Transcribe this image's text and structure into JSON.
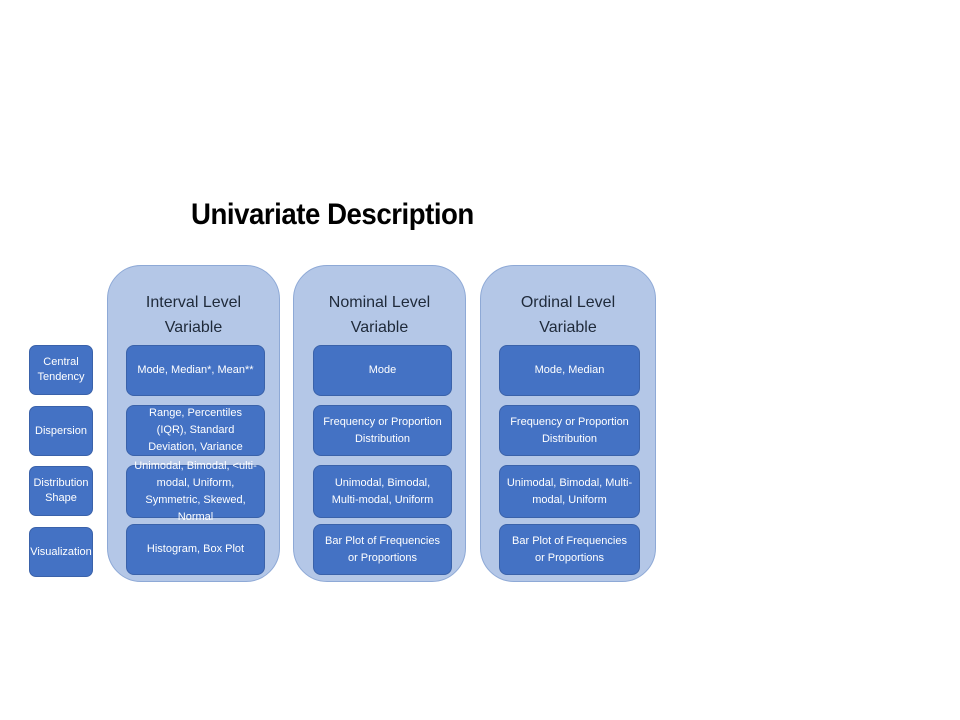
{
  "title": "Univariate Description",
  "rows": [
    "Central Tendency",
    "Dispersion",
    "Distribution Shape",
    "Visualization"
  ],
  "columns": [
    {
      "heading_line1": "Interval Level",
      "heading_line2": "Variable",
      "cells": [
        "Mode, Median*, Mean**",
        "Range, Percentiles (IQR), Standard Deviation, Variance",
        "Unimodal, Bimodal, <ulti-modal, Uniform, Symmetric, Skewed, Normal",
        "Histogram, Box Plot"
      ]
    },
    {
      "heading_line1": "Nominal Level",
      "heading_line2": "Variable",
      "cells": [
        "Mode",
        "Frequency or Proportion Distribution",
        "Unimodal, Bimodal, Multi-modal, Uniform",
        "Bar Plot of Frequencies or Proportions"
      ]
    },
    {
      "heading_line1": "Ordinal Level",
      "heading_line2": "Variable",
      "cells": [
        "Mode, Median",
        "Frequency or Proportion Distribution",
        "Unimodal, Bimodal, Multi-modal, Uniform",
        "Bar Plot of Frequencies or Proportions"
      ]
    }
  ]
}
